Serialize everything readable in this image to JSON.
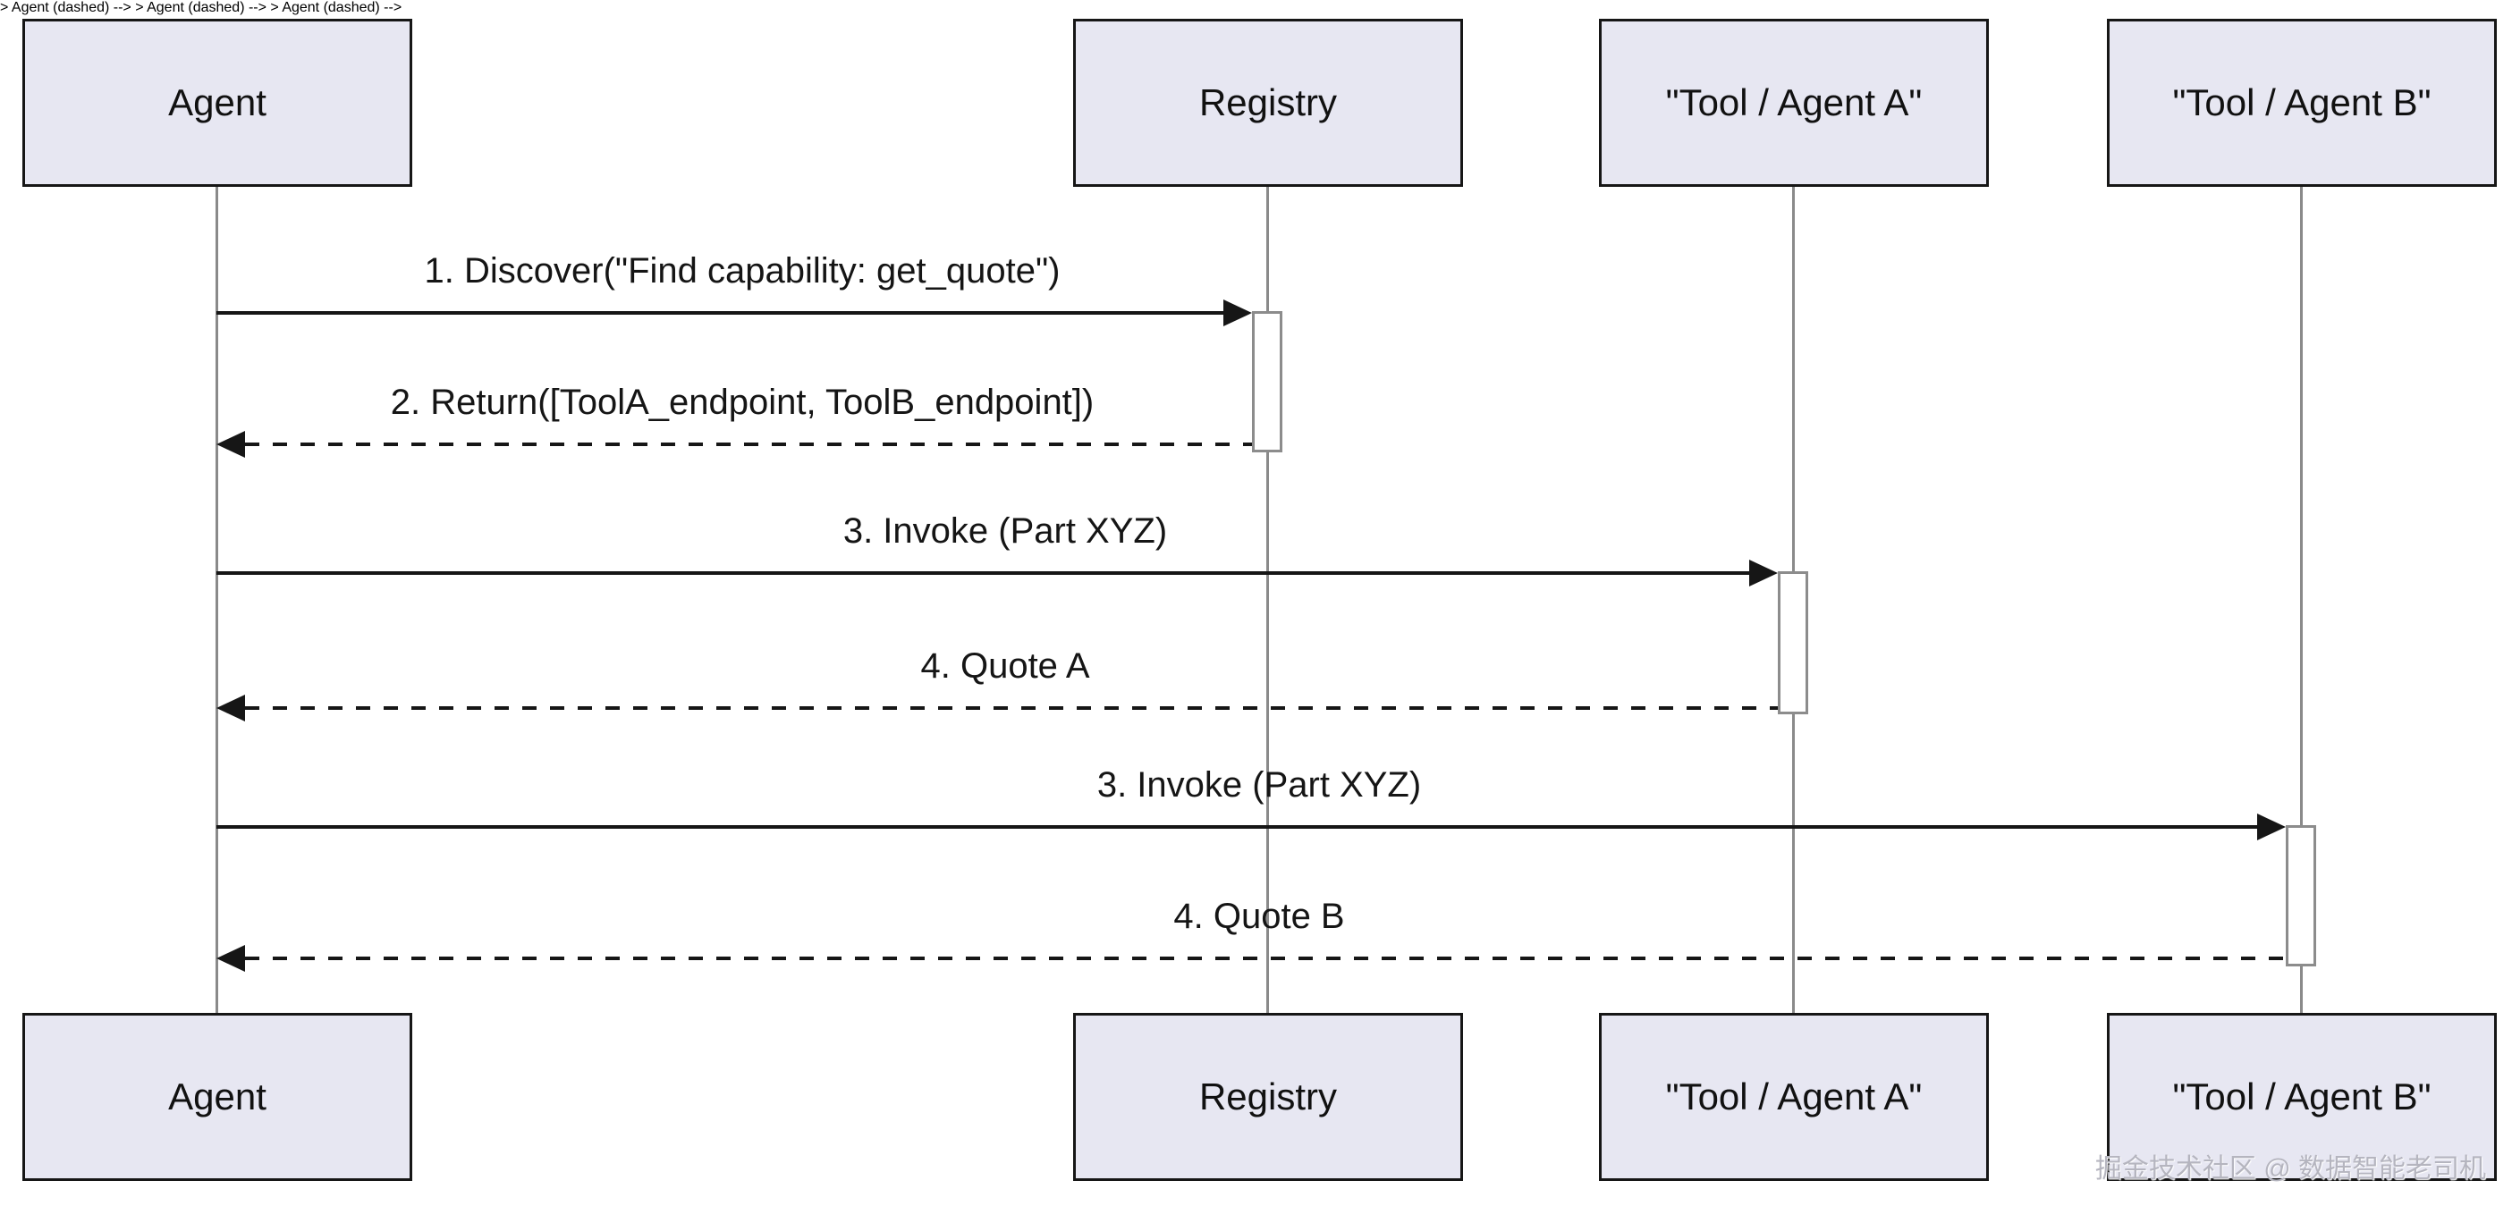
{
  "participants": [
    {
      "id": "agent",
      "label": "Agent"
    },
    {
      "id": "registry",
      "label": "Registry"
    },
    {
      "id": "toolA",
      "label": "\"Tool / Agent A\""
    },
    {
      "id": "toolB",
      "label": "\"Tool / Agent B\""
    }
  ],
  "messages": [
    {
      "from": "agent",
      "to": "registry",
      "style": "solid",
      "label": "1. Discover(\"Find capability: get_quote\")"
    },
    {
      "from": "registry",
      "to": "agent",
      "style": "dashed",
      "label": "2. Return([ToolA_endpoint, ToolB_endpoint])"
    },
    {
      "from": "agent",
      "to": "toolA",
      "style": "solid",
      "label": "3. Invoke (Part XYZ)"
    },
    {
      "from": "toolA",
      "to": "agent",
      "style": "dashed",
      "label": "4. Quote A"
    },
    {
      "from": "agent",
      "to": "toolB",
      "style": "solid",
      "label": "3. Invoke (Part XYZ)"
    },
    {
      "from": "toolB",
      "to": "agent",
      "style": "dashed",
      "label": "4. Quote B"
    }
  ],
  "watermark": "掘金技术社区 @ 数据智能老司机",
  "colors": {
    "actor_fill": "#e7e7f2",
    "actor_border": "#161616",
    "lifeline": "#8a8a8a",
    "activation_border": "#8c8c8c",
    "message_line": "#161616",
    "text": "#151515",
    "watermark": "#b5b5bf",
    "background": "#ffffff"
  }
}
